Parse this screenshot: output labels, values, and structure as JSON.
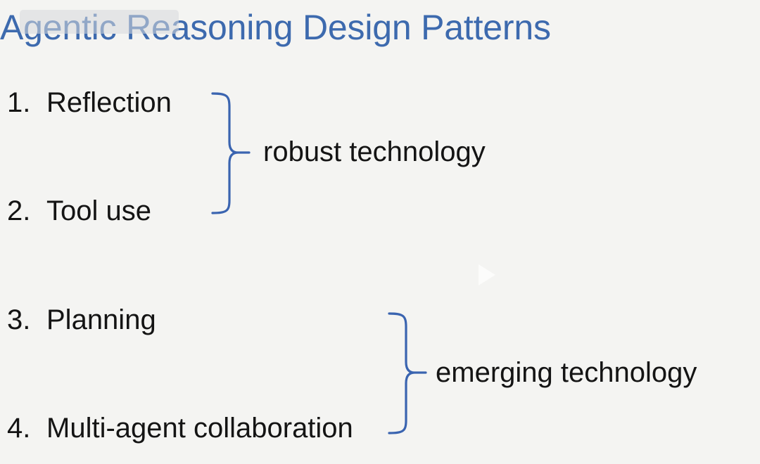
{
  "slide": {
    "title": "Agentic Reasoning Design Patterns"
  },
  "patterns": [
    {
      "number": "1.",
      "label": "Reflection"
    },
    {
      "number": "2.",
      "label": "Tool use"
    },
    {
      "number": "3.",
      "label": "Planning"
    },
    {
      "number": "4.",
      "label": "Multi-agent collaboration"
    }
  ],
  "groups": [
    {
      "label": "robust technology"
    },
    {
      "label": "emerging technology"
    }
  ],
  "colors": {
    "title": "#3d6aae",
    "bracket": "#3a64b0",
    "text": "#141414",
    "background": "#f4f4f2"
  },
  "icons": {
    "overlay_control": "play-icon"
  }
}
